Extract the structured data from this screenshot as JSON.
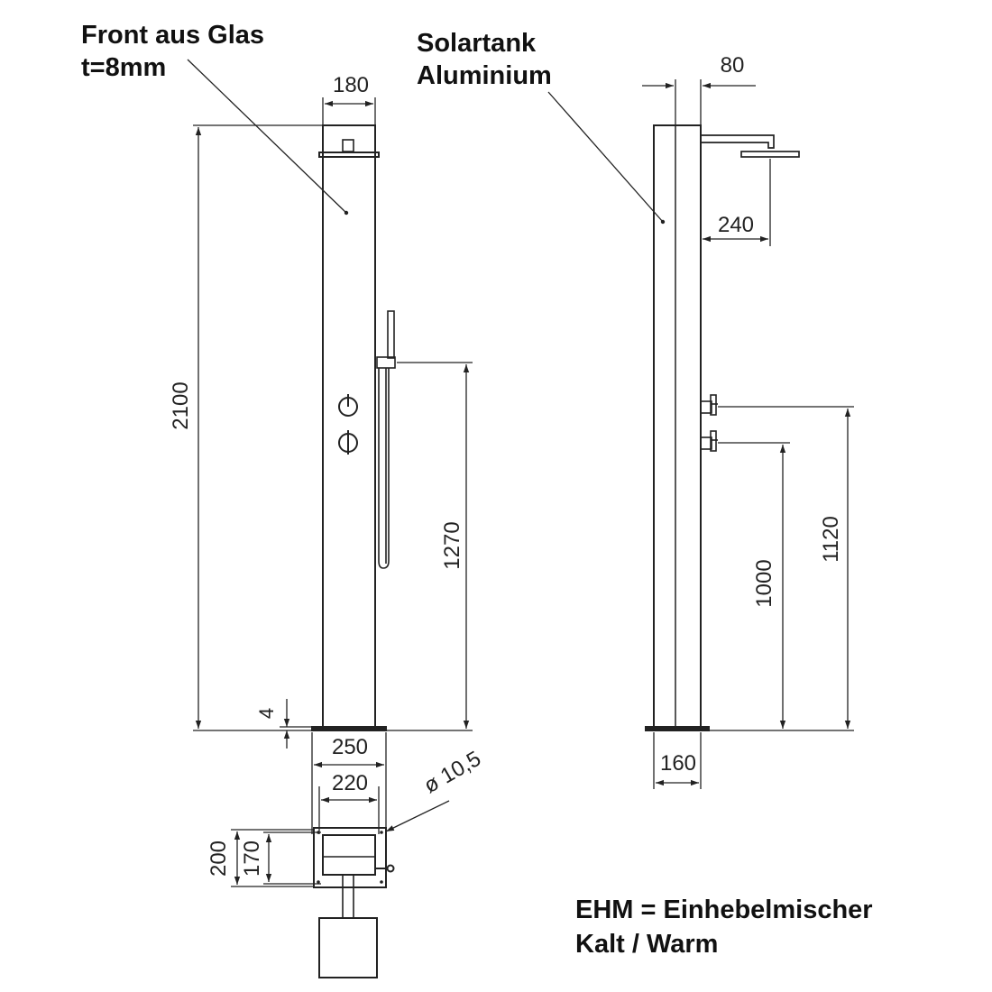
{
  "notes": {
    "front_line1": "Front aus Glas",
    "front_line2": "t=8mm",
    "tank_line1": "Solartank",
    "tank_line2": "Aluminium",
    "legend_line1": "EHM = Einhebelmischer",
    "legend_line2": "Kalt / Warm"
  },
  "dimensions": {
    "front_width": "180",
    "total_height": "2100",
    "hand_shower_height": "1270",
    "base_thickness": "4",
    "base_width": "250",
    "hole_spacing_x": "220",
    "hole_diameter": "ø 10,5",
    "base_depth": "200",
    "hole_spacing_y": "170",
    "head_offset": "80",
    "arm_length": "240",
    "mixer_upper_height": "1120",
    "mixer_lower_height": "1000",
    "side_depth": "160"
  }
}
